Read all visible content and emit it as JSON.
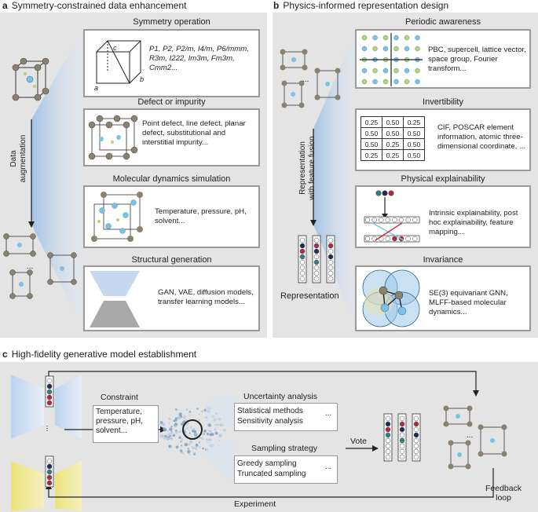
{
  "panel_a": {
    "letter": "a",
    "title": "Symmetry-constrained data enhancement",
    "arrow_label_line1": "Data",
    "arrow_label_line2": "augmentation",
    "cards": [
      {
        "title": "Symmetry operation",
        "text": "P1, P2, P2/m, I4/m, P6/mmm, R3m, I222, Im3m, Fm3m, Cmm2...",
        "axis_a": "a",
        "axis_b": "b",
        "axis_c": "c"
      },
      {
        "title": "Defect or impurity",
        "text": "Point defect, line defect, planar defect, substitutional and interstitial impurity..."
      },
      {
        "title": "Molecular dynamics simulation",
        "text": "Temperature, pressure, pH, solvent..."
      },
      {
        "title": "Structural generation",
        "text": "GAN, VAE, diffusion models, transfer learning models..."
      }
    ],
    "ellipsis": "..."
  },
  "panel_b": {
    "letter": "b",
    "title": "Physics-informed representation design",
    "arrow_label_line1": "Representation",
    "arrow_label_line2": "with feature fusion",
    "representation_label": "Representation",
    "ellipsis": "...",
    "cards": [
      {
        "title": "Periodic awareness",
        "text": "PBC, supercell, lattice vector, space group, Fourier transform..."
      },
      {
        "title": "Invertibility",
        "text": "CIF, POSCAR element information, atomic three-dimensional coordinate, ...",
        "table": [
          [
            "0.25",
            "0.50",
            "0.25"
          ],
          [
            "0.50",
            "0.50",
            "0.50"
          ],
          [
            "0.50",
            "0.25",
            "0.50"
          ],
          [
            "0.25",
            "0.25",
            "0.50"
          ]
        ]
      },
      {
        "title": "Physical explainability",
        "text": "Intrinsic explainability, post hoc explainability, feature mapping..."
      },
      {
        "title": "Invariance",
        "text": "SE(3) equivariant GNN, MLFF-based molecular dynamics..."
      }
    ]
  },
  "panel_c": {
    "letter": "c",
    "title": "High-fidelity generative model establishment",
    "constraint_title": "Constraint",
    "constraint_text": "Temperature, pressure, pH, solvent...",
    "uncertainty_title": "Uncertainty analysis",
    "uncertainty_text1": "Statistical methods",
    "uncertainty_text2": "Sensitivity analysis",
    "sampling_title": "Sampling strategy",
    "sampling_text1": "Greedy sampling",
    "sampling_text2": "Truncated sampling",
    "ellipsis": "...",
    "vote": "Vote",
    "experiment": "Experiment",
    "feedback_line1": "Feedback",
    "feedback_line2": "loop"
  },
  "colors": {
    "panel_bg": "#e4e4e4",
    "card_border": "#9a9a9a",
    "blue_funnel": "#bcd3ee",
    "yellow_funnel": "#ece37a",
    "atom_gray": "#8a8170",
    "atom_blue": "#7cc2e4",
    "atom_green": "#b9d36e",
    "red_node": "#b3283c",
    "teal_node": "#2f7f86",
    "navy_node": "#1d2b59"
  }
}
